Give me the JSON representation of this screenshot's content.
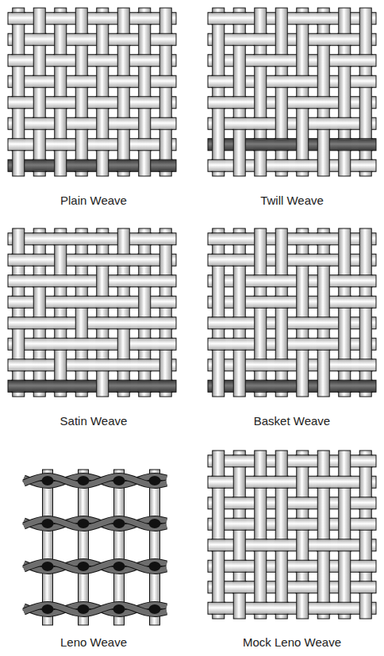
{
  "diagram": {
    "labels": [
      "Plain Weave",
      "Twill Weave",
      "Satin Weave",
      "Basket Weave",
      "Leno Weave",
      "Mock Leno Weave"
    ]
  }
}
